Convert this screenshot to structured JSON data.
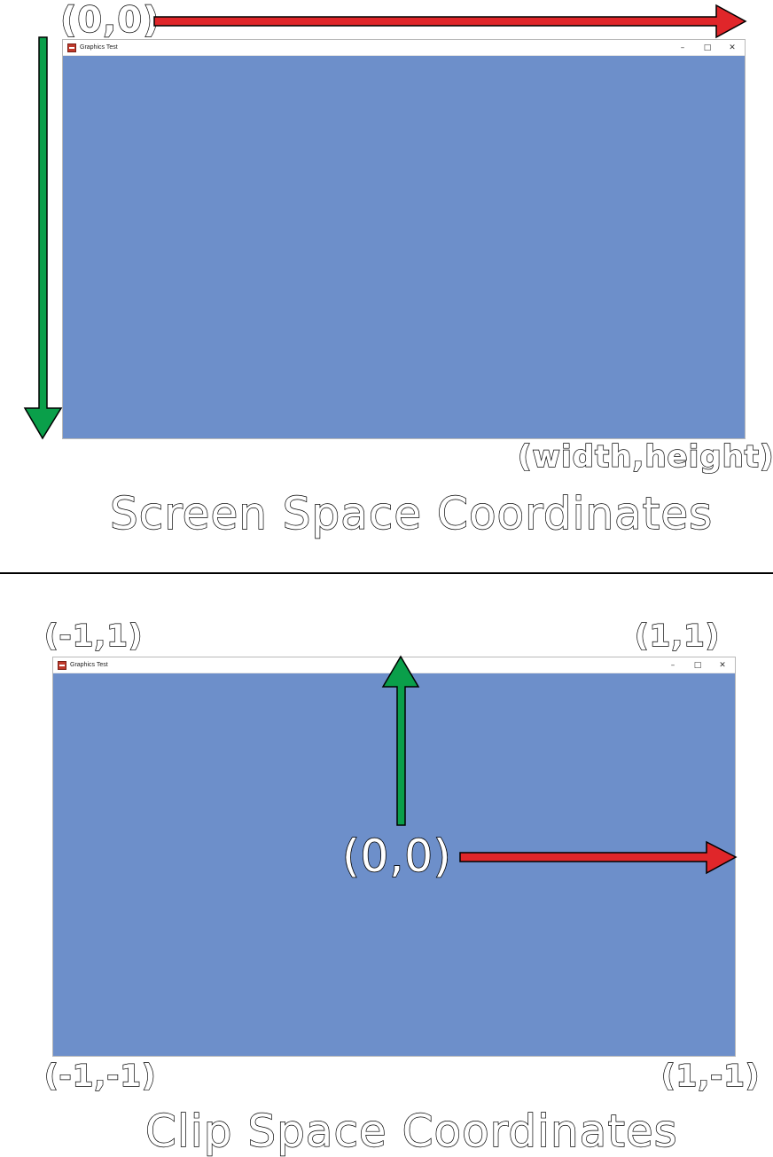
{
  "screen_space": {
    "origin_label": "(0,0)",
    "corner_label": "(width,height)",
    "caption": "Screen Space  Coordinates",
    "window": {
      "title": "Graphics Test",
      "minimize": "–",
      "maximize": "□",
      "close": "✕"
    }
  },
  "clip_space": {
    "top_left_label": "(-1,1)",
    "top_right_label": "(1,1)",
    "center_label": "(0,0)",
    "bottom_left_label": "(-1,-1)",
    "bottom_right_label": "(1,-1)",
    "caption": "Clip Space Coordinates",
    "window": {
      "title": "Graphics Test",
      "minimize": "–",
      "maximize": "□",
      "close": "✕"
    }
  },
  "colors": {
    "canvas": "#6d8fca",
    "x_axis_arrow": "#e0262a",
    "y_axis_arrow": "#0a9f4a"
  }
}
